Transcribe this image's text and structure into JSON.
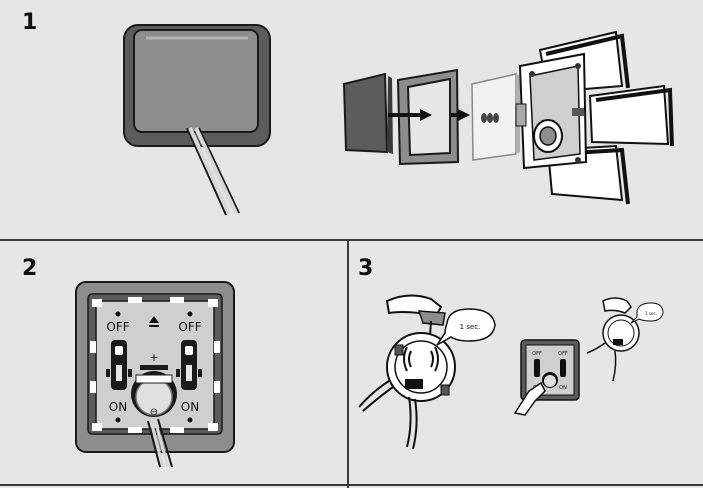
{
  "steps": [
    {
      "number": "1"
    },
    {
      "number": "2"
    },
    {
      "number": "3"
    }
  ],
  "panel2": {
    "off_left": "OFF",
    "off_right": "OFF",
    "on_left": "ON",
    "on_right": "ON",
    "plus_sign": "+",
    "minus_sign": "⊖"
  },
  "panel3": {
    "bubble_large": "1 sec.",
    "bubble_small": "1 sec.",
    "small_off_left": "OFF",
    "small_off_right": "OFF",
    "small_on_left": "ON",
    "small_on_right": "ON"
  },
  "colors": {
    "background": "#e6e6e6",
    "dark_gray": "#5c5c5c",
    "mid_gray": "#8d8d8d",
    "light_gray": "#cfcfcf",
    "outline": "#1a1a1a"
  }
}
